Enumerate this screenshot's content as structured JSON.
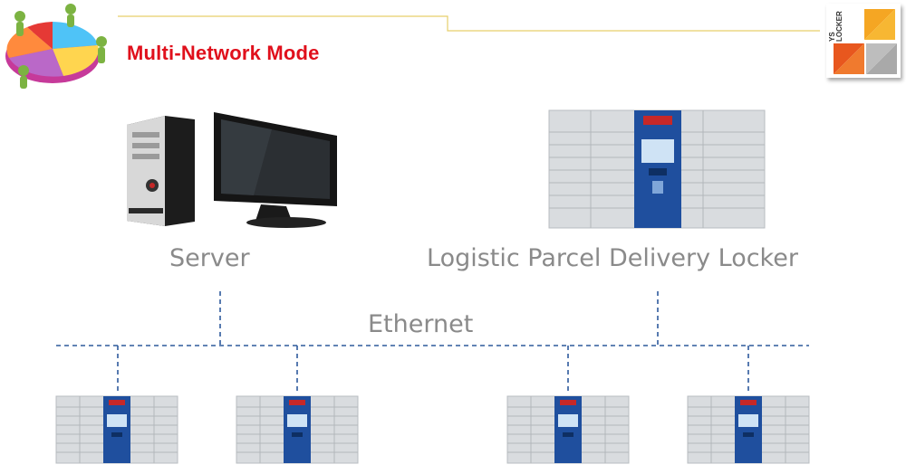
{
  "header": {
    "title": "Multi-Network Mode"
  },
  "logo": {
    "text": "YS LOCKER",
    "colors": [
      "#e8571e",
      "#f5a623",
      "#f5a623",
      "#9e9e9e"
    ]
  },
  "nodes": {
    "server_label": "Server",
    "locker_label": "Logistic Parcel Delivery Locker",
    "network_label": "Ethernet"
  },
  "colors": {
    "title": "#e0101c",
    "label": "#8a8a8a",
    "network_line": "#2e5a9c",
    "locker_panel": "#1f4f9e",
    "locker_body": "#d9dcdf",
    "header_line": "#e6cf6a"
  }
}
